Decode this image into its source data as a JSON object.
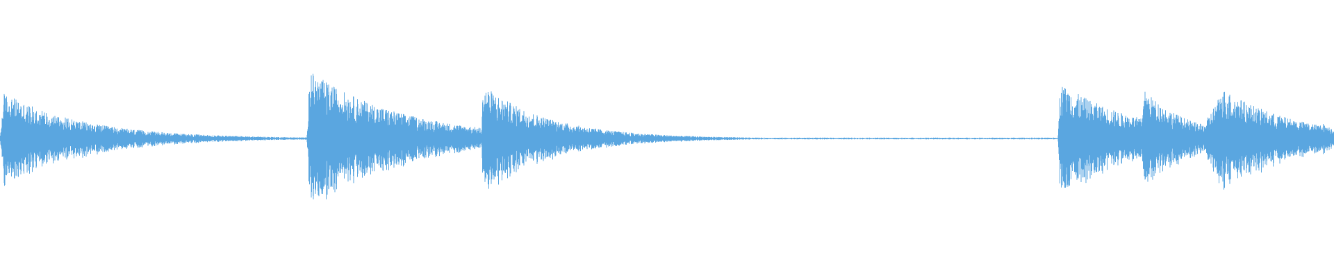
{
  "waveform": {
    "color": "#5aa6e0",
    "background": "#ffffff",
    "amplitude_unit": "normalized",
    "duration_unit": "normalized",
    "events": [
      {
        "start": 0.0,
        "attack": 0.003,
        "decay": 0.06,
        "peak": 0.66
      },
      {
        "start": 0.23,
        "attack": 0.002,
        "decay": 0.07,
        "peak": 0.98
      },
      {
        "start": 0.29,
        "attack": 0.002,
        "decay": 0.03,
        "peak": 0.4
      },
      {
        "start": 0.327,
        "attack": 0.001,
        "decay": 0.02,
        "peak": 0.22
      },
      {
        "start": 0.361,
        "attack": 0.001,
        "decay": 0.05,
        "peak": 0.78
      },
      {
        "start": 0.396,
        "attack": 0.002,
        "decay": 0.025,
        "peak": 0.28
      },
      {
        "start": 0.793,
        "attack": 0.002,
        "decay": 0.06,
        "peak": 0.8
      },
      {
        "start": 0.825,
        "attack": 0.002,
        "decay": 0.03,
        "peak": 0.35
      },
      {
        "start": 0.856,
        "attack": 0.001,
        "decay": 0.035,
        "peak": 0.72
      },
      {
        "start": 0.89,
        "attack": 0.001,
        "decay": 0.01,
        "peak": 0.2
      },
      {
        "start": 0.897,
        "attack": 0.02,
        "decay": 0.055,
        "peak": 0.72
      },
      {
        "start": 0.98,
        "attack": 0.001,
        "decay": 0.01,
        "peak": 0.1
      },
      {
        "start": 0.988,
        "attack": 0.001,
        "decay": 0.02,
        "peak": 0.25
      }
    ],
    "noise_floor": 0.012
  }
}
